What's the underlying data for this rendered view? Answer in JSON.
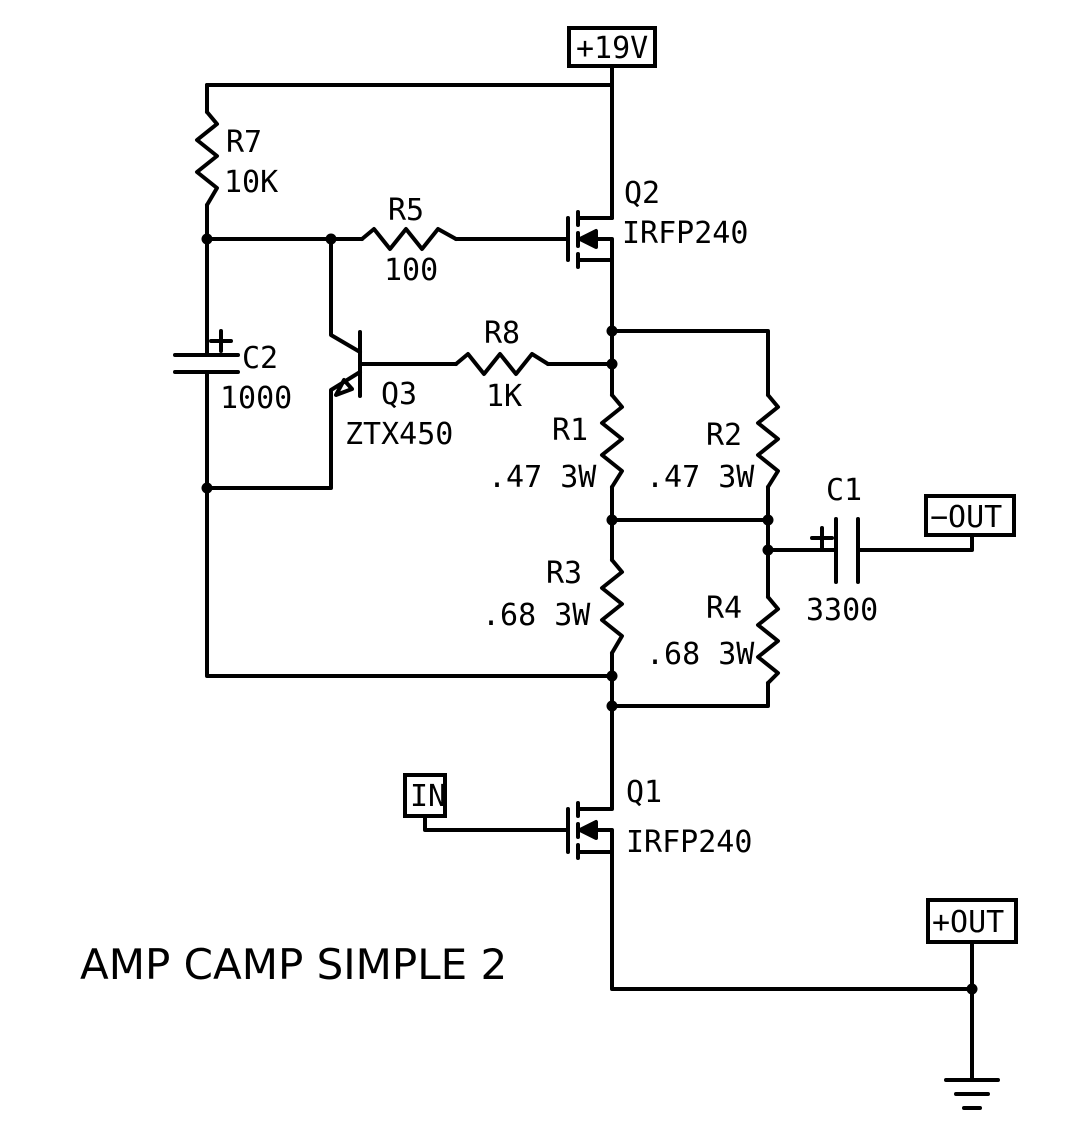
{
  "title": "AMP CAMP SIMPLE 2",
  "ports": {
    "supply": "+19V",
    "input": "IN",
    "neg_out": "−OUT",
    "pos_out": "+OUT"
  },
  "components": {
    "r7": {
      "ref": "R7",
      "value": "10K"
    },
    "r5": {
      "ref": "R5",
      "value": "100"
    },
    "r8": {
      "ref": "R8",
      "value": "1K"
    },
    "r1": {
      "ref": "R1",
      "value": ".47 3W"
    },
    "r2": {
      "ref": "R2",
      "value": ".47 3W"
    },
    "r3": {
      "ref": "R3",
      "value": ".68 3W"
    },
    "r4": {
      "ref": "R4",
      "value": ".68 3W"
    },
    "c2": {
      "ref": "C2",
      "value": "1000",
      "polarity": "+"
    },
    "c1": {
      "ref": "C1",
      "value": "3300",
      "polarity": "+"
    },
    "q2": {
      "ref": "Q2",
      "value": "IRFP240"
    },
    "q1": {
      "ref": "Q1",
      "value": "IRFP240"
    },
    "q3": {
      "ref": "Q3",
      "value": "ZTX450"
    }
  },
  "icons": {
    "ground": "ground-icon",
    "mosfet": "n-mosfet-icon",
    "npn": "npn-transistor-icon"
  }
}
